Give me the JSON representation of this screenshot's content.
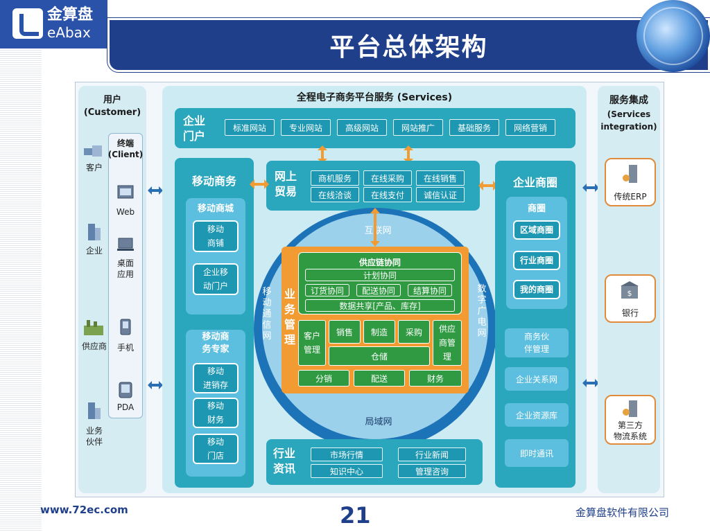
{
  "header": {
    "logo_cn": "金算盘",
    "logo_en": "eAbax",
    "title": "平台总体架构"
  },
  "left": {
    "title": "用户",
    "subtitle": "(Customer)",
    "terminal_title": "终端",
    "terminal_sub": "(Client)",
    "users": [
      "客户",
      "企业",
      "供应商",
      "业务\n伙伴"
    ],
    "clients": [
      "Web",
      "桌面\n应用",
      "手机",
      "PDA"
    ]
  },
  "center": {
    "title": "全程电子商务平台服务 (Services)",
    "portal": {
      "label": "企业\n门户",
      "items": [
        "标准网站",
        "专业网站",
        "高级网站",
        "网站推广",
        "基础服务",
        "网络营销"
      ]
    },
    "trade": {
      "label": "网上\n贸易",
      "items": [
        "商机服务",
        "在线采购",
        "在线销售",
        "在线洽谈",
        "在线支付",
        "诚信认证"
      ]
    },
    "mobile": {
      "title": "移动商务",
      "mall": {
        "title": "移动商城",
        "items": [
          "移动\n商铺",
          "企业移\n动门户"
        ]
      },
      "expert": {
        "title": "移动商\n务专家",
        "items": [
          "移动\n进销存",
          "移动\n财务",
          "移动\n门店"
        ]
      }
    },
    "circle": {
      "top": "互联网",
      "bottom": "局域网",
      "left": "移\n动\n通\n信\n网",
      "right": "数\n字\n广\n电\n网"
    },
    "business": {
      "label": "业\n务\n管\n理",
      "scm_title": "供应链协同",
      "plan": "计划协同",
      "scm_items": [
        "订货协同",
        "配送协同",
        "结算协同"
      ],
      "data_share": "数据共享[产品、库存]",
      "customer": "客户\n管理",
      "row": [
        "销售",
        "制造",
        "采购"
      ],
      "supplier": "供应\n商管\n理",
      "warehouse": "仓储",
      "bottom": [
        "分销",
        "配送",
        "财务"
      ]
    },
    "circle_biz": {
      "title": "企业商圈",
      "sub": {
        "title": "商圈",
        "items": [
          "区域商圈",
          "行业商圈",
          "我的商圈"
        ]
      },
      "items": [
        "商务伙\n伴管理",
        "企业关系网",
        "企业资源库",
        "即时通讯"
      ]
    },
    "info": {
      "label": "行业\n资讯",
      "items": [
        "市场行情",
        "行业新闻",
        "知识中心",
        "管理咨询"
      ]
    }
  },
  "right": {
    "title": "服务集成",
    "subtitle": "(Services\nintegration)",
    "items": [
      "传统ERP",
      "银行",
      "第三方\n物流系统"
    ]
  },
  "footer": {
    "url": "www.72ec.com",
    "page": "21",
    "company": "金算盘软件有限公司"
  },
  "colors": {
    "navy": "#1f3f8a",
    "teal": "#2aa6bd",
    "orange": "#f39b33",
    "green": "#2f9a41",
    "blue": "#1d73b8"
  }
}
